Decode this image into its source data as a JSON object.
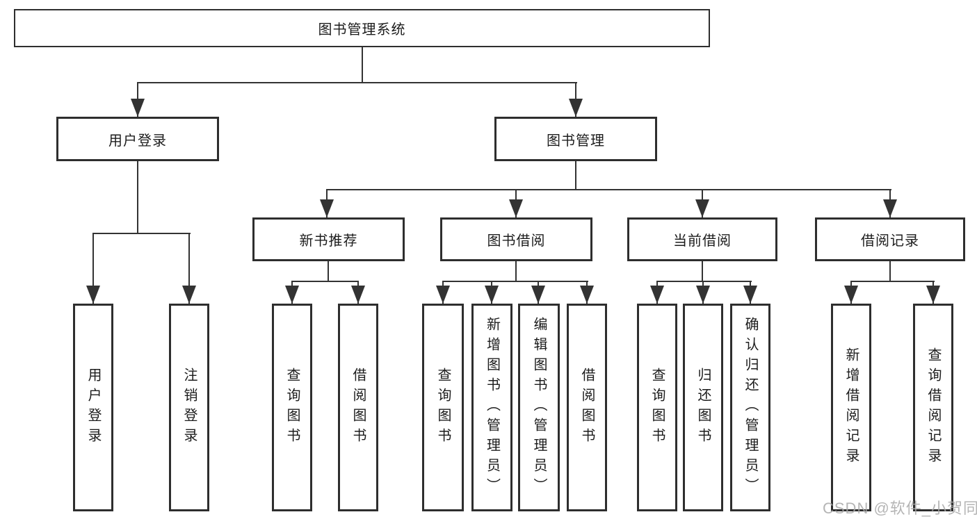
{
  "tree": {
    "root": {
      "label": "图书管理系统"
    },
    "branches": [
      {
        "label": "用户登录",
        "children": [
          {
            "label": "用户登录"
          },
          {
            "label": "注销登录"
          }
        ]
      },
      {
        "label": "图书管理",
        "children": [
          {
            "label": "新书推荐",
            "children": [
              {
                "label": "查询图书"
              },
              {
                "label": "借阅图书"
              }
            ]
          },
          {
            "label": "图书借阅",
            "children": [
              {
                "label": "查询图书"
              },
              {
                "label": "新增图书（管理员）"
              },
              {
                "label": "编辑图书（管理员）"
              },
              {
                "label": "借阅图书"
              }
            ]
          },
          {
            "label": "当前借阅",
            "children": [
              {
                "label": "查询图书"
              },
              {
                "label": "归还图书"
              },
              {
                "label": "确认归还（管理员）"
              }
            ]
          },
          {
            "label": "借阅记录",
            "children": [
              {
                "label": "新增借阅记录"
              },
              {
                "label": "查询借阅记录"
              }
            ]
          }
        ]
      }
    ]
  },
  "colors": {
    "line": "#333333",
    "border": "#2e2e2e",
    "text": "#1c1c1c",
    "watermark": "#a9a9a9"
  },
  "watermark": {
    "text": "CSDN @软件_小贺同学"
  }
}
